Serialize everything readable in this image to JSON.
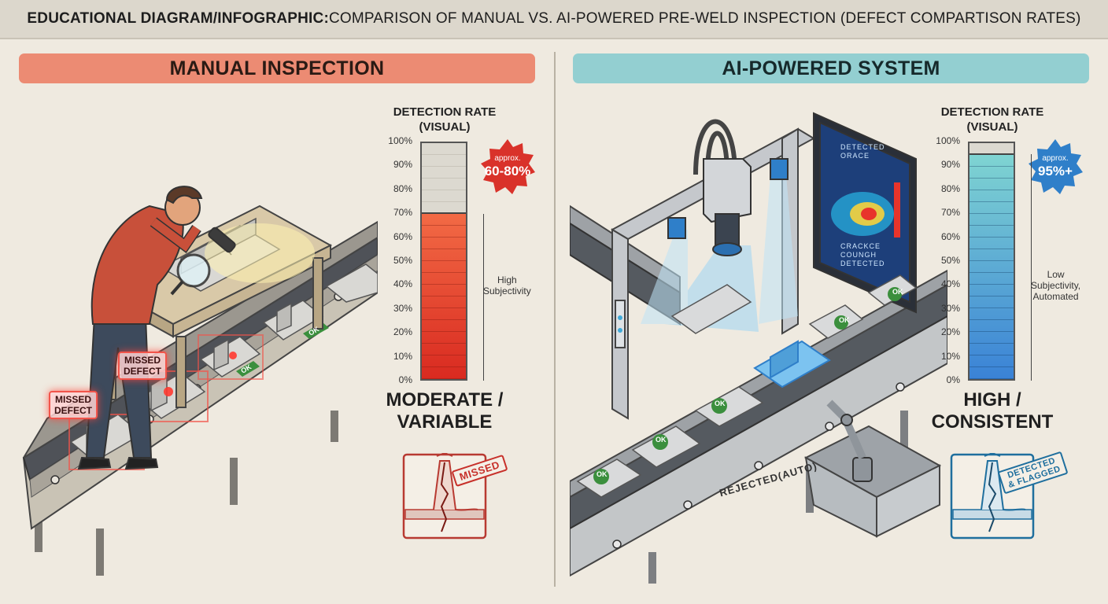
{
  "header": {
    "title_bold": "EDUCATIONAL DIAGRAM/INFOGRAPHIC:",
    "title_rest": " COMPARISON OF MANUAL VS. AI-POWERED PRE-WELD INSPECTION (DEFECT COMPARTISON RATES)"
  },
  "manual": {
    "banner": "MANUAL INSPECTION",
    "chart_title_line1": "DETECTION RATE",
    "chart_title_line2": "(VISUAL)",
    "badge_small": "approx.",
    "badge_big": "60-80%",
    "note_line1": "High",
    "note_line2": "Subjectivity",
    "verdict_line1": "MODERATE /",
    "verdict_line2": "VARIABLE",
    "stamp": "MISSED",
    "callouts": [
      {
        "line1": "MISSED",
        "line2": "DEFECT"
      },
      {
        "line1": "MISSED",
        "line2": "DEFECT"
      }
    ],
    "ok_label": "OK",
    "fill_percent": 70,
    "color": "#e0402c"
  },
  "ai": {
    "banner": "AI-POWERED SYSTEM",
    "chart_title_line1": "DETECTION RATE",
    "chart_title_line2": "(VISUAL)",
    "badge_small": "approx.",
    "badge_big": "95%+",
    "note_line1": "Low",
    "note_line2": "Subjectivity,",
    "note_line3": "Automated",
    "verdict_line1": "HIGH /",
    "verdict_line2": "CONSISTENT",
    "stamp_line1": "DETECTED",
    "stamp_line2": "& FLAGGED",
    "screen_top_line1": "DETECTED",
    "screen_top_line2": "ORACE",
    "screen_bottom_line1": "CRACKCE",
    "screen_bottom_line2": "COUNGH",
    "screen_bottom_line3": "DETECTED",
    "reject_sign": "REJECTED(AUTO)",
    "ok_label": "OK",
    "fill_percent": 95,
    "color": "#2f7fc9"
  },
  "chart_data": [
    {
      "type": "bar",
      "title": "DETECTION RATE (VISUAL)",
      "categories": [
        "MANUAL INSPECTION"
      ],
      "values": [
        70
      ],
      "annotation": "approx. 60-80%",
      "ylim": [
        0,
        100
      ],
      "yticks": [
        "0%",
        "10%",
        "20%",
        "30%",
        "40%",
        "50%",
        "60%",
        "70%",
        "80%",
        "90%",
        "100%"
      ]
    },
    {
      "type": "bar",
      "title": "DETECTION RATE (VISUAL)",
      "categories": [
        "AI-POWERED SYSTEM"
      ],
      "values": [
        95
      ],
      "annotation": "approx. 95%+",
      "ylim": [
        0,
        100
      ],
      "yticks": [
        "0%",
        "10%",
        "20%",
        "30%",
        "40%",
        "50%",
        "60%",
        "70%",
        "80%",
        "90%",
        "100%"
      ]
    }
  ]
}
